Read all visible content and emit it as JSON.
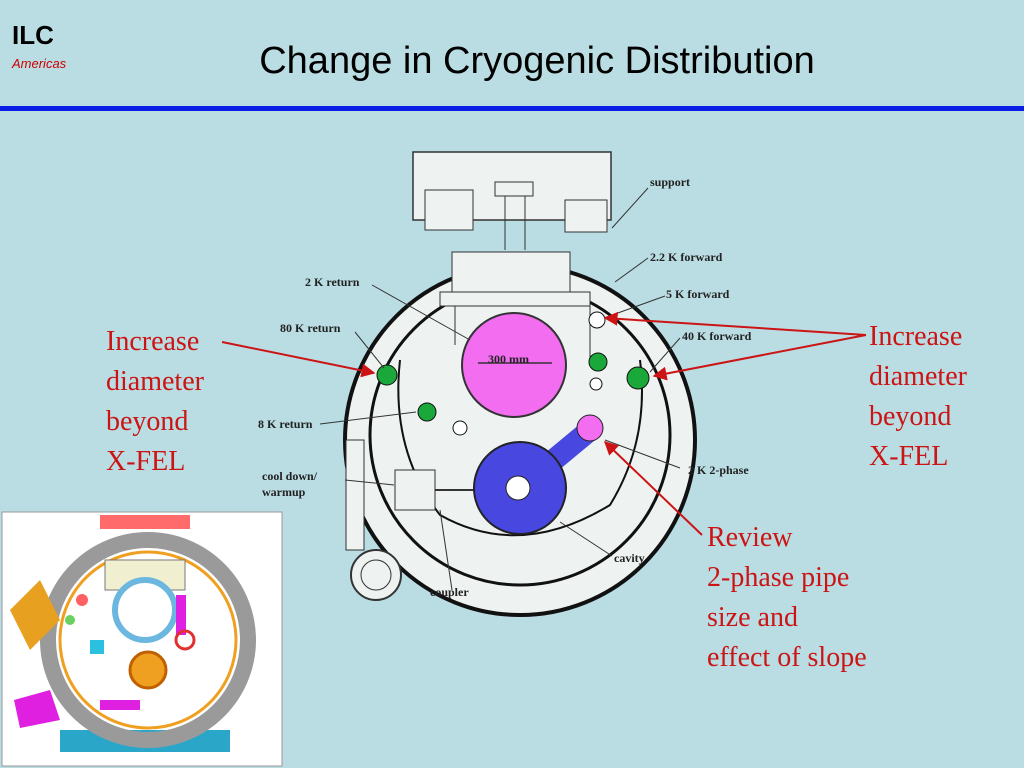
{
  "header": {
    "logo": "ILC",
    "logo_sub": "Americas",
    "title": "Change in Cryogenic Distribution"
  },
  "colors": {
    "background": "#b9dde3",
    "rule": "#0a1de6",
    "annotation": "#cc1414",
    "gas_return": "#e860e0",
    "two_phase": "#4848e0",
    "pipe_green": "#1aa83a"
  },
  "diagram": {
    "labels": {
      "support": "support",
      "k22_forward": "2.2 K forward",
      "k2_return": "2 K return",
      "k5_forward": "5 K forward",
      "k80_return": "80 K return",
      "k40_forward": "40 K forward",
      "pipe_size": "300 mm",
      "k8_return": "8 K return",
      "cool_down": "cool down/",
      "warmup": "warmup",
      "k2_two_phase": "2 K 2-phase",
      "cavity": "cavity",
      "coupler": "coupler"
    }
  },
  "annotations": {
    "left": [
      "Increase",
      "diameter",
      "beyond",
      "X-FEL"
    ],
    "right": [
      "Increase",
      "diameter",
      "beyond",
      "X-FEL"
    ],
    "review": [
      "Review",
      "2-phase pipe",
      "size and",
      "effect of slope"
    ]
  }
}
